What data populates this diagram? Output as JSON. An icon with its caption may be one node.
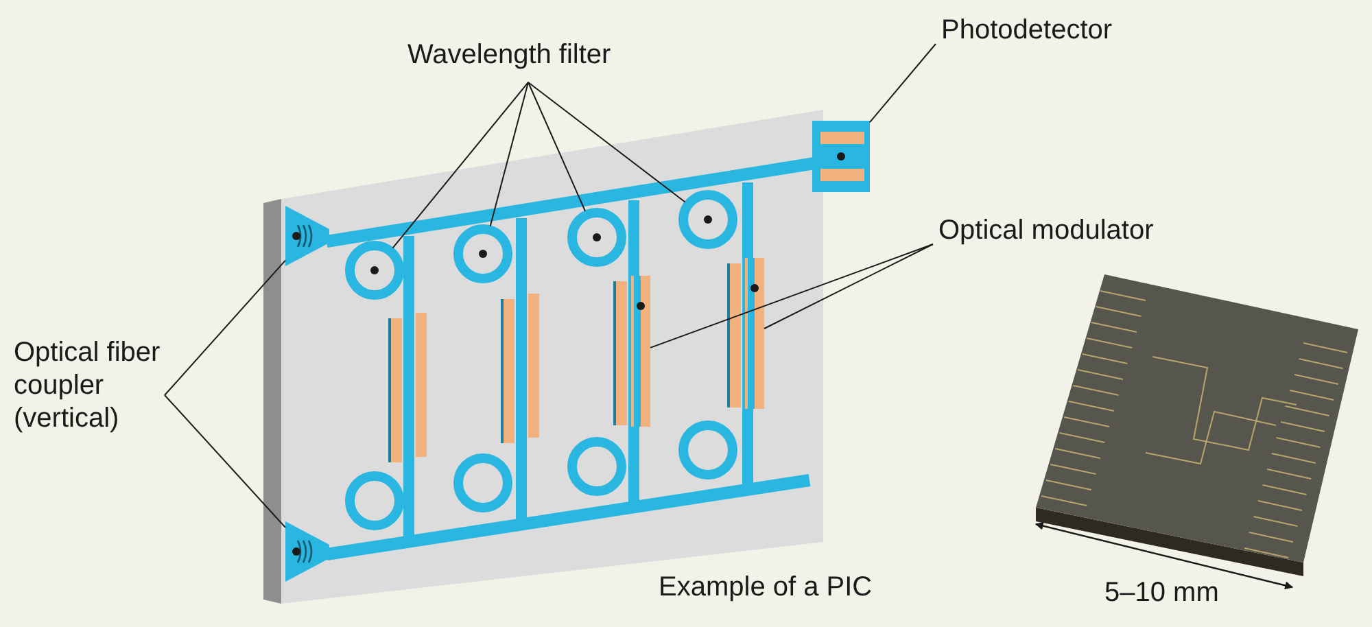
{
  "diagram": {
    "nodes": [
      {
        "text": [
          "Wavelength filter"
        ]
      },
      {
        "text": [],
        "shape": "circle"
      },
      {
        "text": [],
        "shape": "circle"
      },
      {
        "text": [],
        "shape": "circle"
      },
      {
        "text": [],
        "shape": "circle"
      },
      {
        "text": [
          "Photodetector"
        ]
      },
      {
        "text": [],
        "shape": "box"
      },
      {
        "text": [
          "Optical modulator"
        ]
      },
      {
        "text": [],
        "shape": "bar"
      },
      {
        "text": [],
        "shape": "bar"
      },
      {
        "text": [
          "Optical fiber coupler (vertical)"
        ]
      },
      {
        "text": [],
        "shape": "triangle"
      },
      {
        "text": [],
        "shape": "triangle"
      }
    ],
    "edges": [
      {
        "from": 0,
        "to": 1,
        "arrow": "none"
      },
      {
        "from": 0,
        "to": 2,
        "arrow": "none"
      },
      {
        "from": 0,
        "to": 3,
        "arrow": "none"
      },
      {
        "from": 0,
        "to": 4,
        "arrow": "none"
      },
      {
        "from": 5,
        "to": 6,
        "arrow": "none"
      },
      {
        "from": 7,
        "to": 8,
        "arrow": "none"
      },
      {
        "from": 7,
        "to": 9,
        "arrow": "none"
      },
      {
        "from": 10,
        "to": 11,
        "arrow": "none"
      },
      {
        "from": 10,
        "to": 12,
        "arrow": "none"
      }
    ],
    "labels": [
      "Example of a PIC",
      "5–10 mm"
    ]
  }
}
